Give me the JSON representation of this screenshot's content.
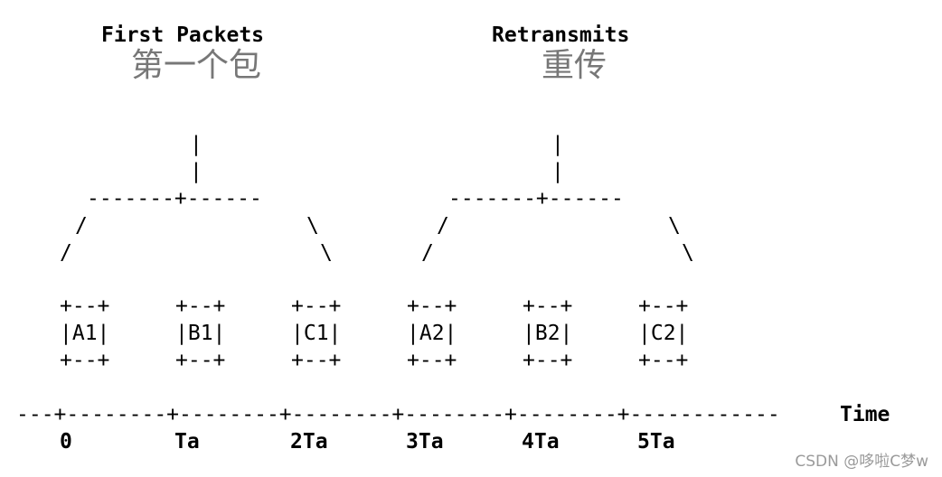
{
  "headers": {
    "first": {
      "english": "First Packets",
      "chinese": "第一个包"
    },
    "retransmits": {
      "english": "Retransmits",
      "chinese": "重传"
    }
  },
  "tree": {
    "stem": "|",
    "branch": "-------+------",
    "slash": "/",
    "backslash": "\\"
  },
  "packets": {
    "box_edge": "+--+",
    "labels": [
      "|A1|",
      "|B1|",
      "|C1|",
      "|A2|",
      "|B2|",
      "|C2|"
    ]
  },
  "timeline": {
    "axis": "---+--------+--------+--------+--------+--------+------------",
    "label": "Time",
    "ticks": [
      "0",
      "Ta",
      "2Ta",
      "3Ta",
      "4Ta",
      "5Ta"
    ]
  },
  "watermark": "CSDN @哆啦C梦w"
}
